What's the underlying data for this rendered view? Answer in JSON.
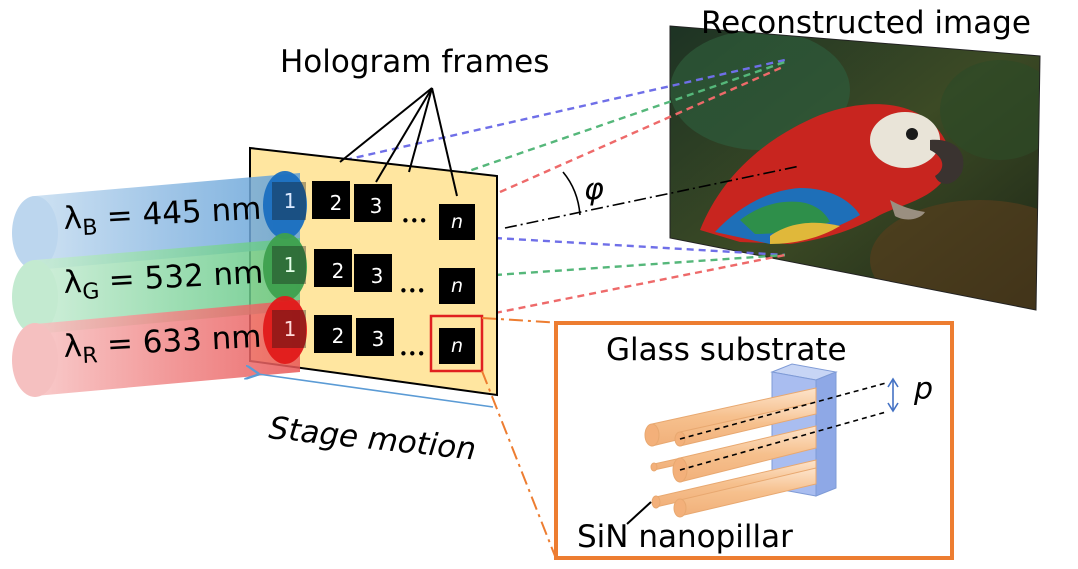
{
  "labels": {
    "hologram_frames": "Hologram frames",
    "reconstructed_image": "Reconstructed image",
    "stage_motion": "Stage motion",
    "angle_symbol": "φ",
    "glass_substrate": "Glass substrate",
    "sin_nanopillar": "SiN nanopillar",
    "period_symbol": "p"
  },
  "beams": [
    {
      "lambda": "λ",
      "sub": "B",
      "value": "= 445 nm",
      "color": "#7db0dd"
    },
    {
      "lambda": "λ",
      "sub": "G",
      "value": "= 532 nm",
      "color": "#7dd49c"
    },
    {
      "lambda": "λ",
      "sub": "R",
      "value": "= 633 nm",
      "color": "#f07a7a"
    }
  ],
  "frames": {
    "labels": [
      "1",
      "2",
      "3",
      "n"
    ],
    "ellipsis": "•••"
  },
  "colors": {
    "hologram_plate": "#ffe6a0",
    "inset_border": "#ed7d31",
    "highlight_box": "#e02020",
    "stage_arrow": "#5b9bd5",
    "ray_blue": "#6f6fe8",
    "ray_green": "#55b77a",
    "ray_red": "#ee6a6a",
    "pillar": "#f8c99c",
    "substrate": "#9fb7ef"
  }
}
